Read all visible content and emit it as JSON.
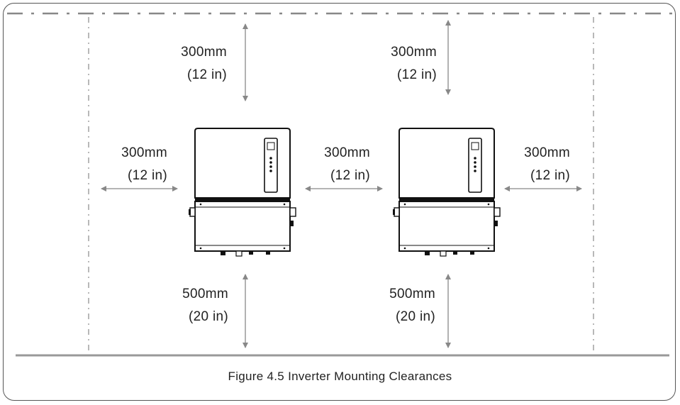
{
  "clearances": {
    "top_left": {
      "metric": "300mm",
      "imperial": "(12 in)"
    },
    "top_right": {
      "metric": "300mm",
      "imperial": "(12 in)"
    },
    "side_left": {
      "metric": "300mm",
      "imperial": "(12 in)"
    },
    "side_middle": {
      "metric": "300mm",
      "imperial": "(12 in)"
    },
    "side_right": {
      "metric": "300mm",
      "imperial": "(12 in)"
    },
    "bottom_left": {
      "metric": "500mm",
      "imperial": "(20 in)"
    },
    "bottom_right": {
      "metric": "500mm",
      "imperial": "(20 in)"
    }
  },
  "caption": "Figure 4.5 Inverter Mounting Clearances",
  "colors": {
    "line": "#888888",
    "ground": "#999999",
    "outline": "#111111"
  }
}
